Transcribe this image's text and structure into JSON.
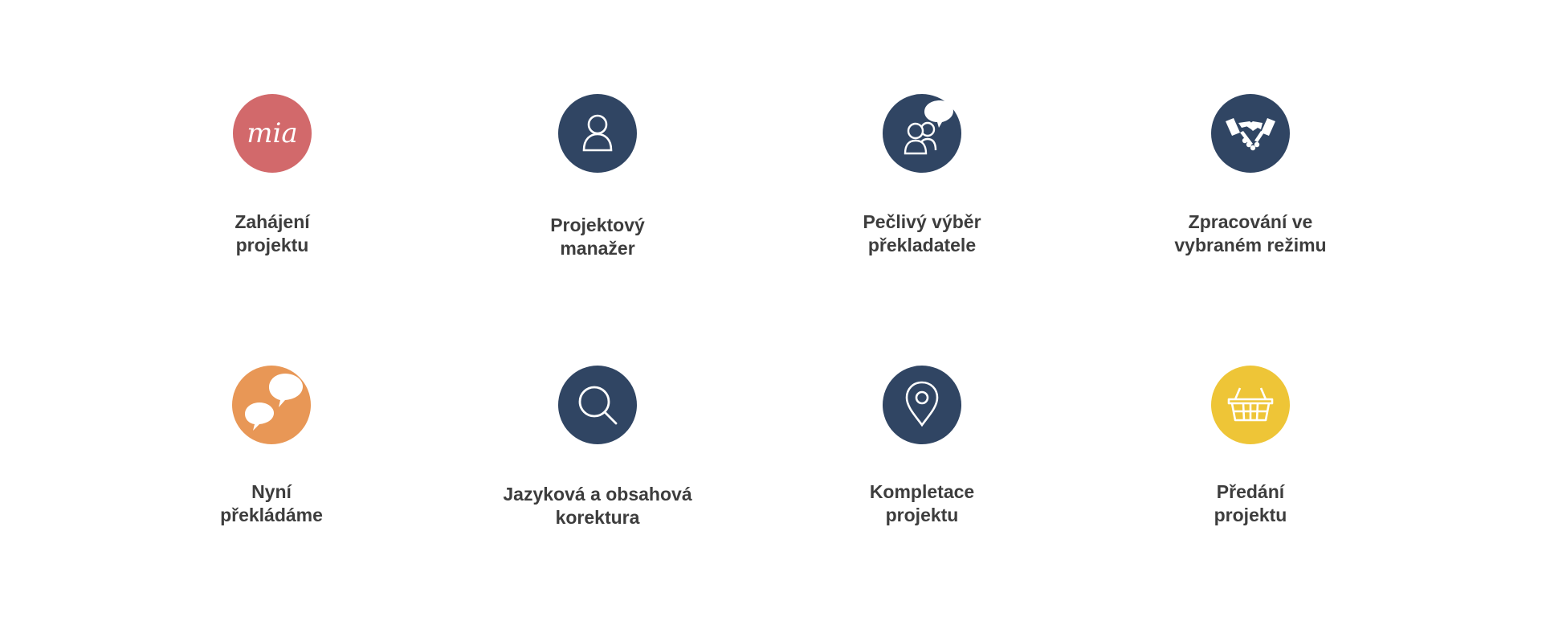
{
  "colors": {
    "navy": "#304563",
    "pink": "#d2696b",
    "orange": "#e89756",
    "yellow": "#eec537",
    "text": "#3d3d3d"
  },
  "steps": [
    {
      "line1": "Zahájení",
      "line2": "projektu",
      "icon": "mia-logo-icon",
      "color": "#d2696b",
      "logo_text": "mia"
    },
    {
      "line1": "Projektový",
      "line2": "manažer",
      "icon": "person-icon",
      "color": "#304563"
    },
    {
      "line1": "Pečlivý výběr",
      "line2": "překladatele",
      "icon": "people-speech-icon",
      "color": "#304563"
    },
    {
      "line1": "Zpracování ve",
      "line2": "vybraném režimu",
      "icon": "handshake-icon",
      "color": "#304563"
    },
    {
      "line1": "Nyní",
      "line2": "překládáme",
      "icon": "speech-bubbles-icon",
      "color": "#e89756"
    },
    {
      "line1": "Jazyková a obsahová",
      "line2": "korektura",
      "icon": "magnifier-icon",
      "color": "#304563"
    },
    {
      "line1": "Kompletace",
      "line2": "projektu",
      "icon": "location-pin-icon",
      "color": "#304563"
    },
    {
      "line1": "Předání",
      "line2": "projektu",
      "icon": "basket-icon",
      "color": "#eec537"
    }
  ]
}
